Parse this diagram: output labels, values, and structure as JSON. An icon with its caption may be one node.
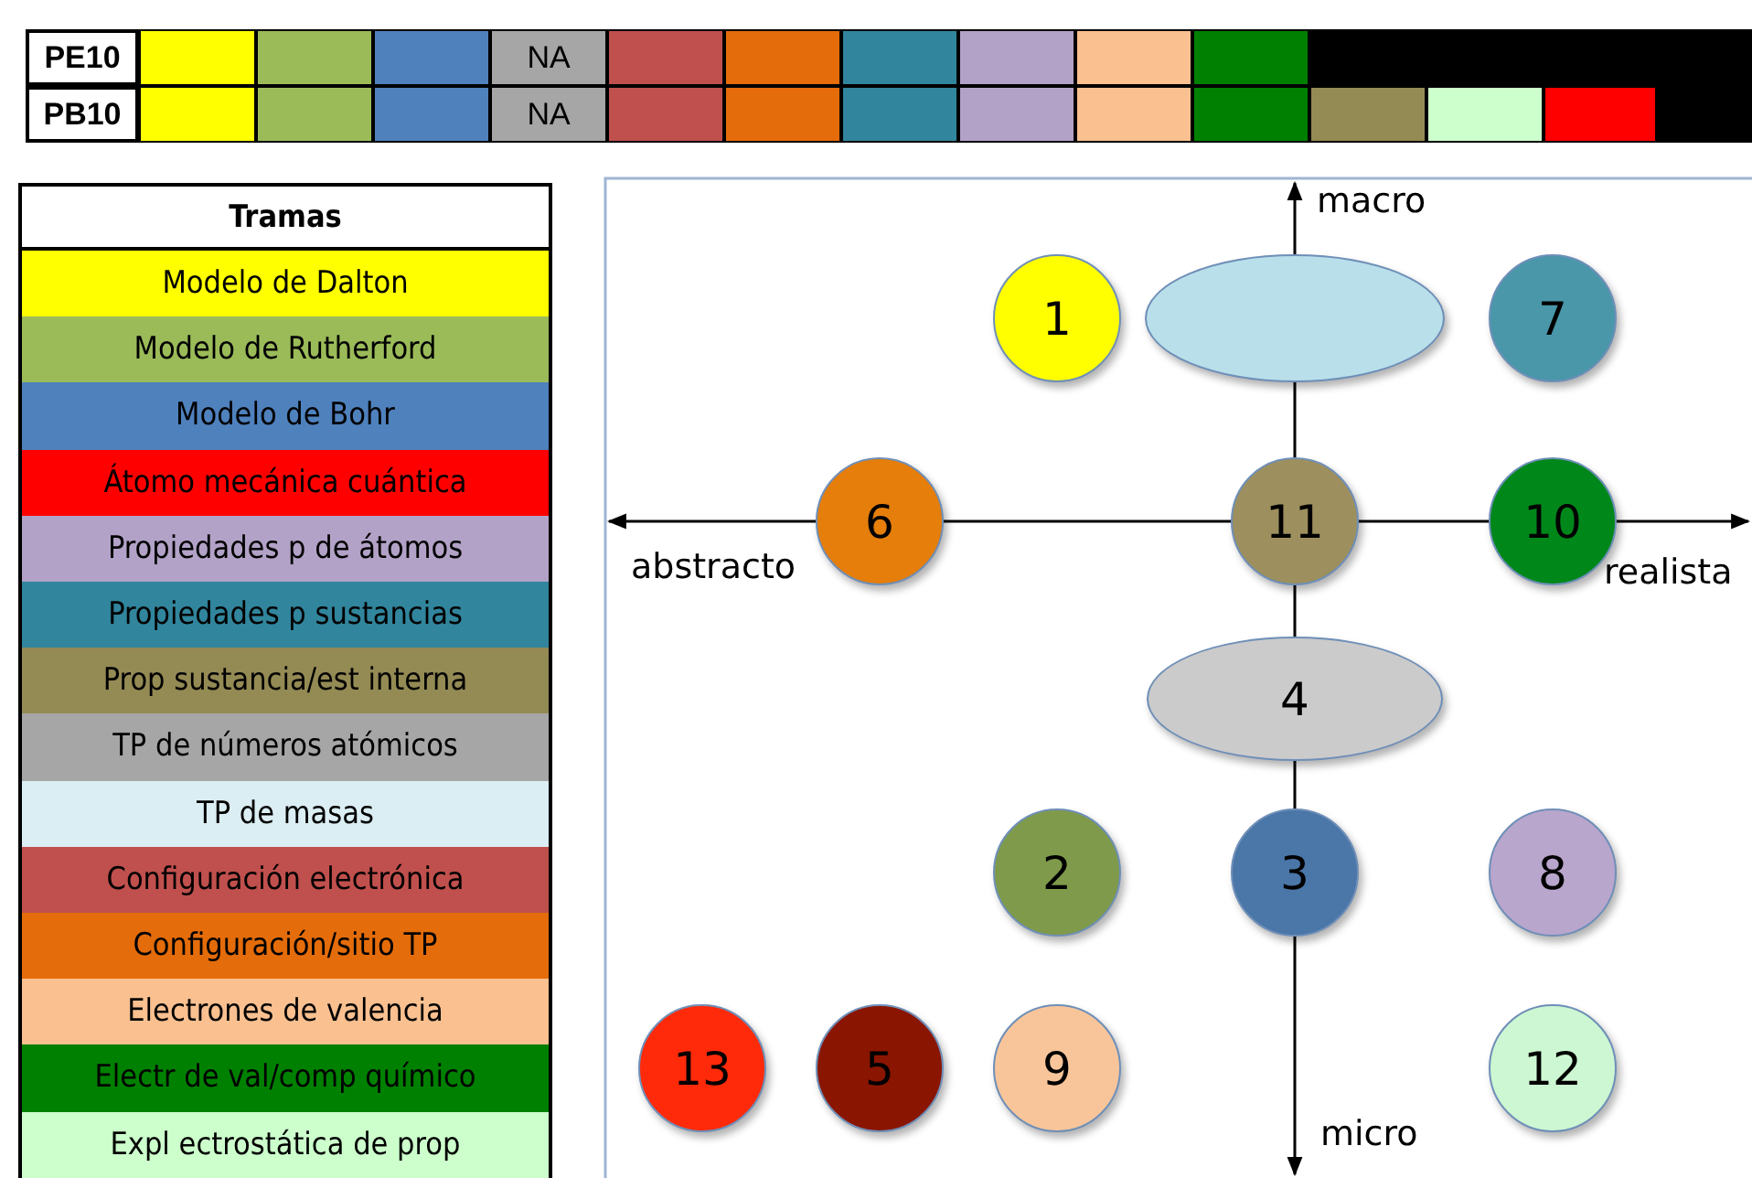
{
  "diagram": {
    "nodes": [
      {
        "text": [
          "1"
        ]
      },
      {
        "text": [],
        "shape": "ellipse"
      },
      {
        "text": [
          "7"
        ]
      },
      {
        "text": [
          "6"
        ]
      },
      {
        "text": [
          "11"
        ]
      },
      {
        "text": [
          "10"
        ]
      },
      {
        "text": [
          "4"
        ]
      },
      {
        "text": [
          "2"
        ]
      },
      {
        "text": [
          "3"
        ]
      },
      {
        "text": [
          "8"
        ]
      },
      {
        "text": [
          "13"
        ]
      },
      {
        "text": [
          "5"
        ]
      },
      {
        "text": [
          "9"
        ]
      },
      {
        "text": [
          "12"
        ]
      }
    ],
    "edges": [],
    "labels": [
      "PE10",
      "NA",
      "PB10",
      "NA",
      "Tramas",
      "macro",
      "abstracto",
      "realista",
      "micro"
    ],
    "legend": [
      {
        "text": "Modelo de Dalton",
        "color": "#ffff00"
      },
      {
        "text": "Modelo de Rutherford",
        "color": "#9bbb59"
      },
      {
        "text": "Modelo de Bohr",
        "color": "#4f81bd"
      },
      {
        "text": "Átomo mecánica cuántica",
        "color": "#ff0000"
      },
      {
        "text": "Propiedades p de átomos",
        "color": "#b3a2c7"
      },
      {
        "text": "Propiedades p sustancias",
        "color": "#31859c"
      },
      {
        "text": "Prop sustancia/est interna",
        "color": "#948a54"
      },
      {
        "text": "TP de números atómicos",
        "color": "#a6a6a6"
      },
      {
        "text": "TP de masas",
        "color": "#dbeef4"
      },
      {
        "text": "Configuración electrónica",
        "color": "#c0504d"
      },
      {
        "text": "Configuración/sitio TP",
        "color": "#e46c0a"
      },
      {
        "text": "Electrones de valencia",
        "color": "#fac090"
      },
      {
        "text": "Electr de val/comp químico",
        "color": "#008000"
      },
      {
        "text": "Expl ectrostática de prop",
        "color": "#ccffcc"
      }
    ]
  }
}
